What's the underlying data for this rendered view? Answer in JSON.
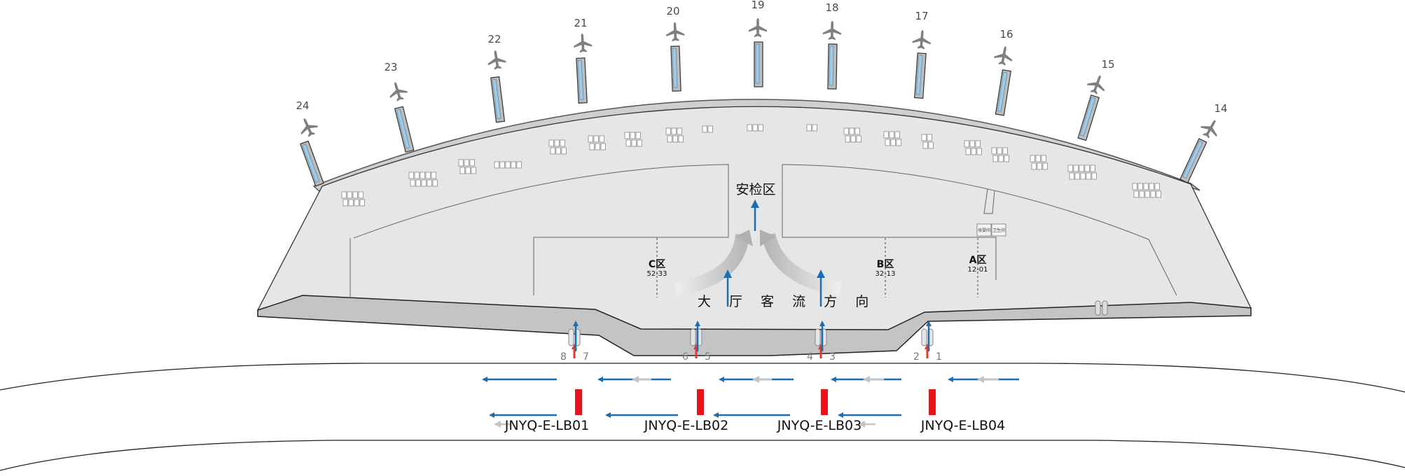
{
  "security_area": "安检区",
  "hall_flow": "大 厅 客 流 方 向",
  "zones": [
    {
      "title": "C区",
      "range": "52-33"
    },
    {
      "title": "B区",
      "range": "32-13"
    },
    {
      "title": "A区",
      "range": "12-01"
    }
  ],
  "facilities": [
    "母婴间",
    "卫生间"
  ],
  "gates": [
    "24",
    "23",
    "22",
    "21",
    "20",
    "19",
    "18",
    "17",
    "16",
    "15",
    "14"
  ],
  "doors": [
    "8",
    "7",
    "6",
    "5",
    "4",
    "3",
    "2",
    "1"
  ],
  "cameras": [
    "JNYQ-E-LB01",
    "JNYQ-E-LB02",
    "JNYQ-E-LB03",
    "JNYQ-E-LB04"
  ],
  "colors": {
    "floor": "#e6e6e6",
    "roof": "#c9c9c9",
    "flow_arrow": "#1a6fb4",
    "entry_arrow": "#e03a2f",
    "camera": "#e8141a",
    "glass": "#9fcbe8",
    "plane": "#7f7f7f"
  }
}
